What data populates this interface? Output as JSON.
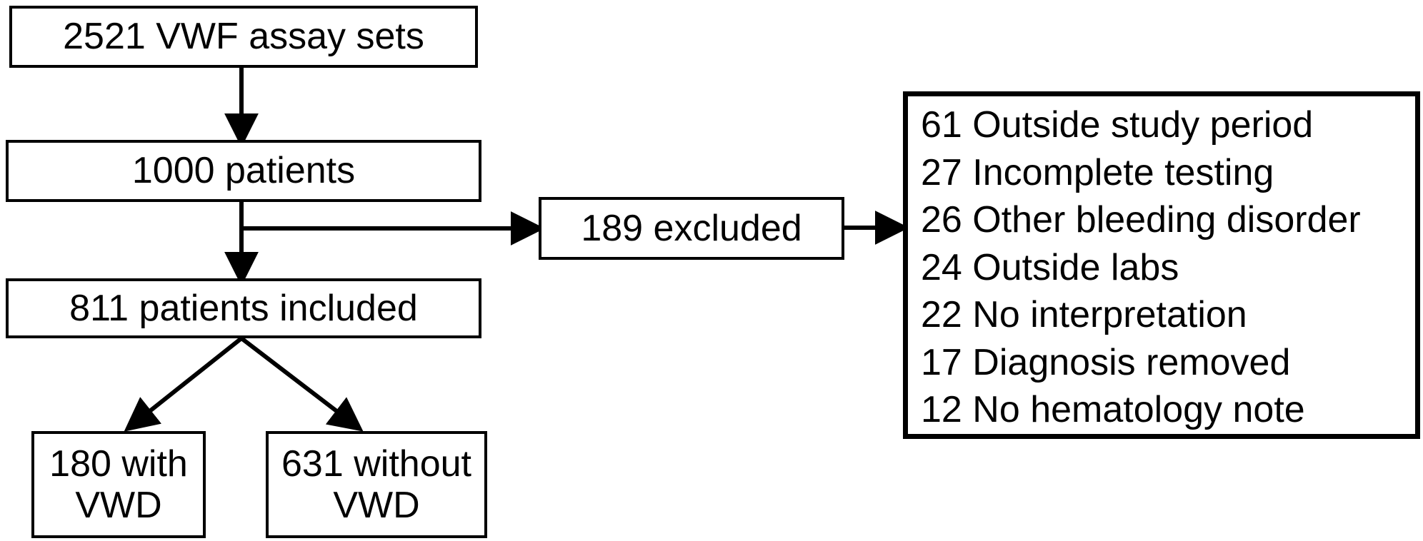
{
  "boxes": {
    "assay_sets": "2521 VWF assay sets",
    "patients": "1000 patients",
    "included": "811 patients included",
    "excluded": "189 excluded",
    "with_vwd": {
      "line1": "180 with",
      "line2": "VWD"
    },
    "without_vwd": {
      "line1": "631 without",
      "line2": "VWD"
    }
  },
  "exclusion_reasons": [
    "61 Outside study period",
    "27 Incomplete testing",
    "26 Other bleeding disorder",
    "24 Outside labs",
    "22 No interpretation",
    "17 Diagnosis removed",
    "12 No hematology note"
  ],
  "colors": {
    "line": "#000000",
    "box_fill": "#ffffff",
    "text": "#000000"
  }
}
